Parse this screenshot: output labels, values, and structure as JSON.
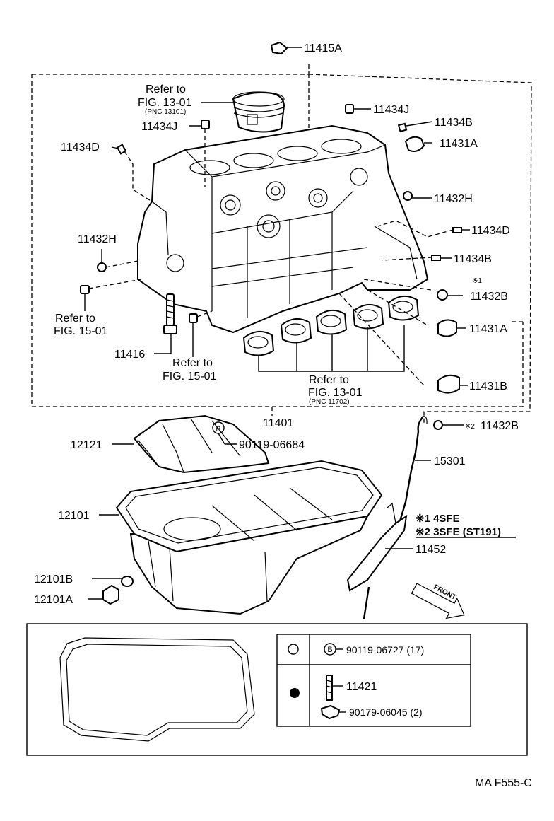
{
  "labels": {
    "l_11415A": "11415A",
    "l_11434J_a": "11434J",
    "l_11434J_b": "11434J",
    "l_11434B_a": "11434B",
    "l_11431A_a": "11431A",
    "l_11434D_a": "11434D",
    "l_11432H_a": "11432H",
    "l_11434D_b": "11434D",
    "l_11434B_b": "11434B",
    "l_11432H_b": "11432H",
    "l_star1_top": "※1",
    "l_11432B_a": "11432B",
    "l_11431A_b": "11431A",
    "l_11431B": "11431B",
    "l_11432B_b": "11432B",
    "l_star2": "※2",
    "l_11416": "11416",
    "l_11401": "11401",
    "l_12121": "12121",
    "l_90119_06684": "90119-06684",
    "l_B_circle": "B",
    "l_15301": "15301",
    "l_12101": "12101",
    "l_note1": "※1 4SFE",
    "l_note2": "※2 3SFE (ST191)",
    "l_11452": "11452",
    "l_12101B": "12101B",
    "l_12101A": "12101A",
    "l_front": "FRONT",
    "l_fig_code": "MA F555-C"
  },
  "refs": {
    "piston_1": "Refer to",
    "piston_2": "FIG. 13-01",
    "piston_3": "(PNC 13101)",
    "left_1": "Refer to",
    "left_2": "FIG. 15-01",
    "mid_1": "Refer to",
    "mid_2": "FIG. 15-01",
    "bearing_1": "Refer to",
    "bearing_2": "FIG. 13-01",
    "bearing_3": "(PNC 11702)"
  },
  "legend": {
    "row1_letter": "B",
    "row1_part": "90119-06727 (17)",
    "row2_part1": "11421",
    "row2_part2": "90179-06045 (2)"
  }
}
